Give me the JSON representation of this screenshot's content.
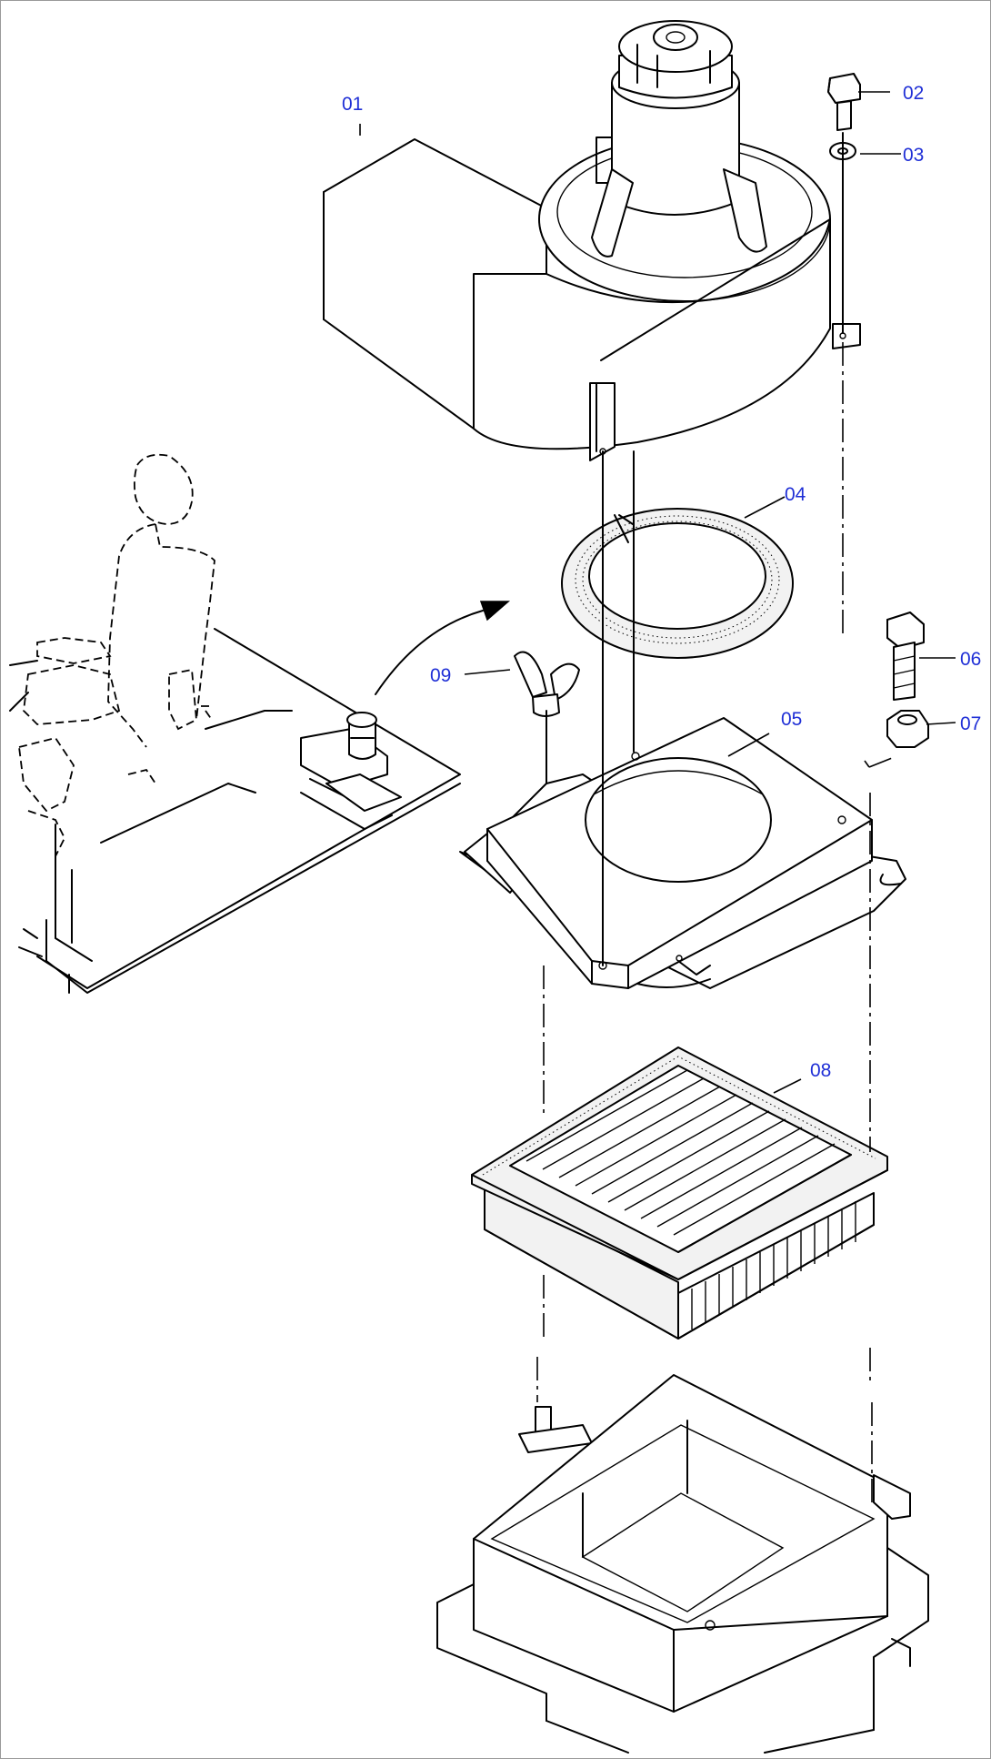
{
  "diagram": {
    "callouts": [
      {
        "id": "01",
        "label": "01"
      },
      {
        "id": "02",
        "label": "02"
      },
      {
        "id": "03",
        "label": "03"
      },
      {
        "id": "04",
        "label": "04"
      },
      {
        "id": "05",
        "label": "05"
      },
      {
        "id": "06",
        "label": "06"
      },
      {
        "id": "07",
        "label": "07"
      },
      {
        "id": "08",
        "label": "08"
      },
      {
        "id": "09",
        "label": "09"
      }
    ],
    "colors": {
      "callout_text": "#1f2fd6",
      "line": "#000000",
      "border": "#9a9a9a"
    }
  }
}
